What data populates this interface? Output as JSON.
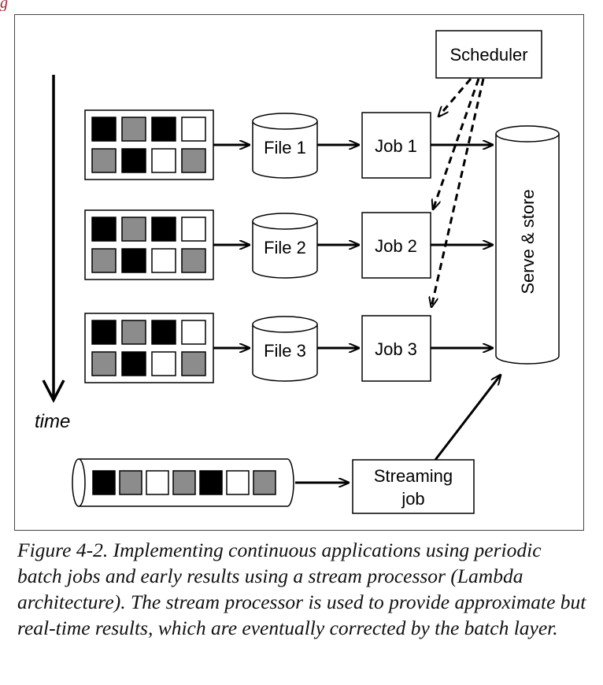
{
  "nodes": {
    "scheduler": "Scheduler",
    "files": [
      "File 1",
      "File 2",
      "File 3"
    ],
    "jobs": [
      "Job 1",
      "Job 2",
      "Job 3"
    ],
    "serve_store": "Serve & store",
    "streaming_job_line1": "Streaming",
    "streaming_job_line2": "job",
    "time": "time"
  },
  "batch_cells": [
    [
      "black",
      "gray",
      "black",
      "white",
      "gray",
      "black",
      "white",
      "gray"
    ],
    [
      "black",
      "gray",
      "black",
      "white",
      "gray",
      "black",
      "white",
      "gray"
    ],
    [
      "black",
      "gray",
      "black",
      "white",
      "gray",
      "black",
      "white",
      "gray"
    ]
  ],
  "stream_cells": [
    "black",
    "gray",
    "white",
    "gray",
    "black",
    "white",
    "gray"
  ],
  "colors": {
    "black": "#000000",
    "gray": "#8c8c8c",
    "white": "#ffffff",
    "caption": "#111111",
    "header": "#a3242f"
  },
  "caption": "Figure 4-2. Implementing continuous applications using periodic batch jobs and early results using a stream processor (Lambda architecture). The stream processor is used to provide approximate but real-time results, which are eventually corrected by the batch layer."
}
